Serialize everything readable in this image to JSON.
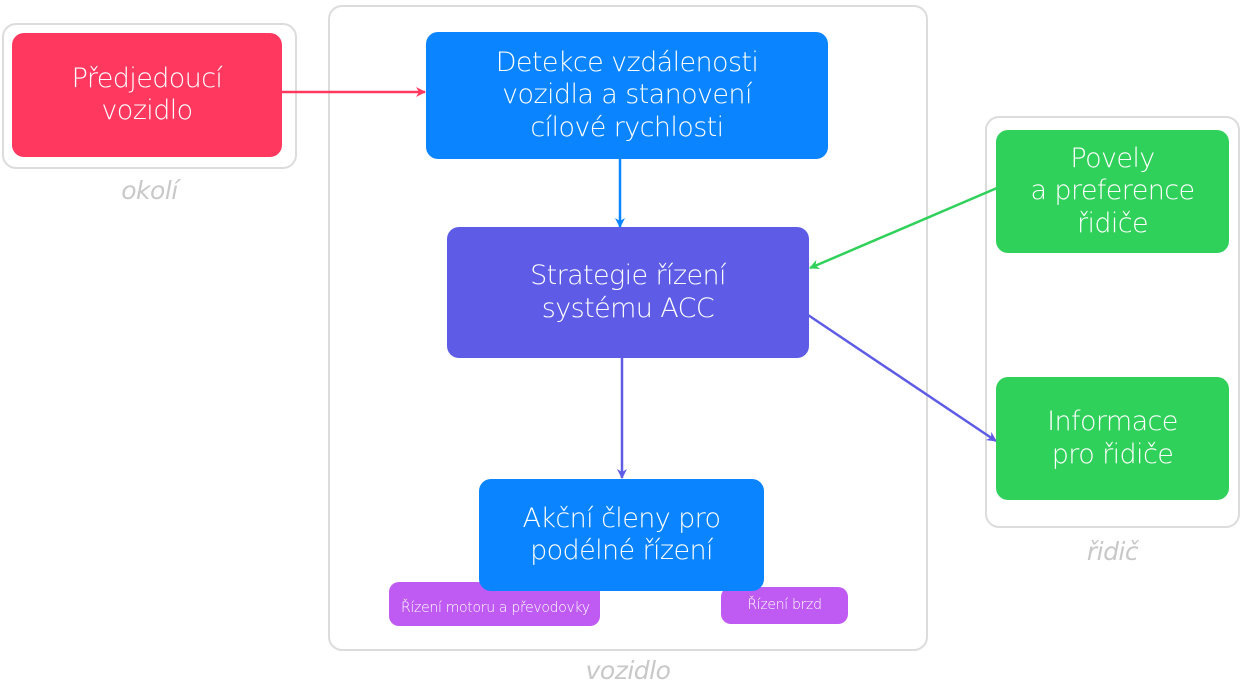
{
  "colors": {
    "red": "#ff3860",
    "blue": "#0a84ff",
    "indigo": "#5e5ce6",
    "green": "#30d15a",
    "purple": "#bf5af2",
    "container_border": "#dcdcdc",
    "container_label": "#c8c8c8"
  },
  "containers": {
    "surroundings": {
      "label": "okolí"
    },
    "vehicle": {
      "label": "vozidlo"
    },
    "driver": {
      "label": "řidič"
    }
  },
  "nodes": {
    "preceding_vehicle": {
      "label": "Předjedoucí\nvozidlo",
      "color": "red"
    },
    "distance_detection": {
      "label": "Detekce vzdálenosti\nvozidla a stanovení\ncílové rychlosti",
      "color": "blue"
    },
    "acc_strategy": {
      "label": "Strategie řízení\nsystému ACC",
      "color": "indigo"
    },
    "actuators": {
      "label": "Akční členy pro\npodélné řízení",
      "color": "blue"
    },
    "engine_gearbox_control": {
      "label": "Řízení motoru a převodovky",
      "color": "purple"
    },
    "brake_control": {
      "label": "Řízení brzd",
      "color": "purple"
    },
    "driver_commands": {
      "label": "Povely\na preference\nřidiče",
      "color": "green"
    },
    "driver_info": {
      "label": "Informace\npro řidiče",
      "color": "green"
    }
  },
  "edges": [
    {
      "from": "preceding_vehicle",
      "to": "distance_detection",
      "color": "red"
    },
    {
      "from": "distance_detection",
      "to": "acc_strategy",
      "color": "blue"
    },
    {
      "from": "driver_commands",
      "to": "acc_strategy",
      "color": "green"
    },
    {
      "from": "acc_strategy",
      "to": "driver_info",
      "color": "indigo"
    },
    {
      "from": "acc_strategy",
      "to": "actuators",
      "color": "indigo"
    }
  ]
}
